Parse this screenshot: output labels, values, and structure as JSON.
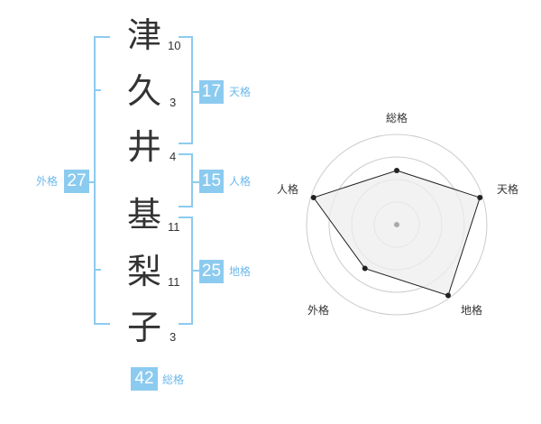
{
  "name": {
    "characters": [
      {
        "char": "津",
        "strokes": "10"
      },
      {
        "char": "久",
        "strokes": "3"
      },
      {
        "char": "井",
        "strokes": "4"
      },
      {
        "char": "基",
        "strokes": "11"
      },
      {
        "char": "梨",
        "strokes": "11"
      },
      {
        "char": "子",
        "strokes": "3"
      }
    ]
  },
  "fortune": {
    "tenkaku": {
      "value": "17",
      "label": "天格"
    },
    "jinkaku": {
      "value": "15",
      "label": "人格"
    },
    "chikaku": {
      "value": "25",
      "label": "地格"
    },
    "gaikaku": {
      "value": "27",
      "label": "外格"
    },
    "soukaku": {
      "value": "42",
      "label": "総格"
    }
  },
  "chart_data": {
    "type": "radar",
    "axes": [
      "総格",
      "天格",
      "地格",
      "外格",
      "人格"
    ],
    "values": [
      0.6,
      0.97,
      0.97,
      0.6,
      0.97
    ],
    "max": 1,
    "rings": 4,
    "colors": {
      "ring": "#cccccc",
      "fill": "#eeeeee",
      "line": "#222222",
      "center": "#aaaaaa"
    }
  },
  "colors": {
    "accent": "#8ccbf0",
    "accent_text": "#6db9ea",
    "text": "#333333"
  }
}
